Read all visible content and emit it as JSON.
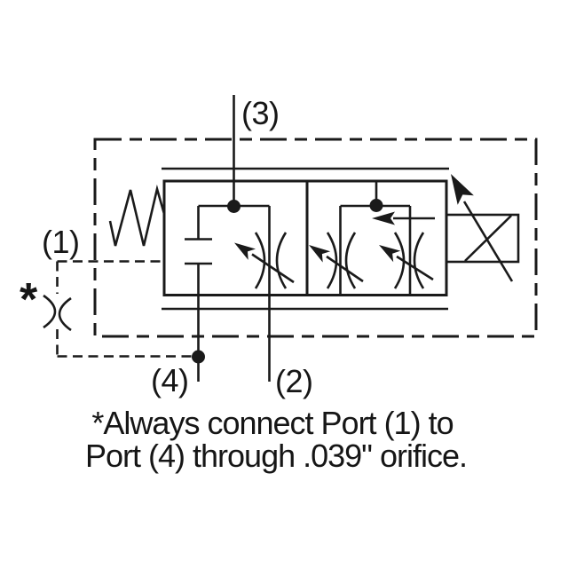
{
  "schematic": {
    "port_labels": {
      "port1": "(1)",
      "port2": "(2)",
      "port3": "(3)",
      "port4": "(4)"
    },
    "orifice_marker": "*",
    "note": {
      "line1": "*Always connect Port (1) to",
      "line2": "Port (4) through .039\" orifice."
    },
    "colors": {
      "line": "#1a1a1a",
      "text": "#161616",
      "background": "#ffffff"
    }
  }
}
